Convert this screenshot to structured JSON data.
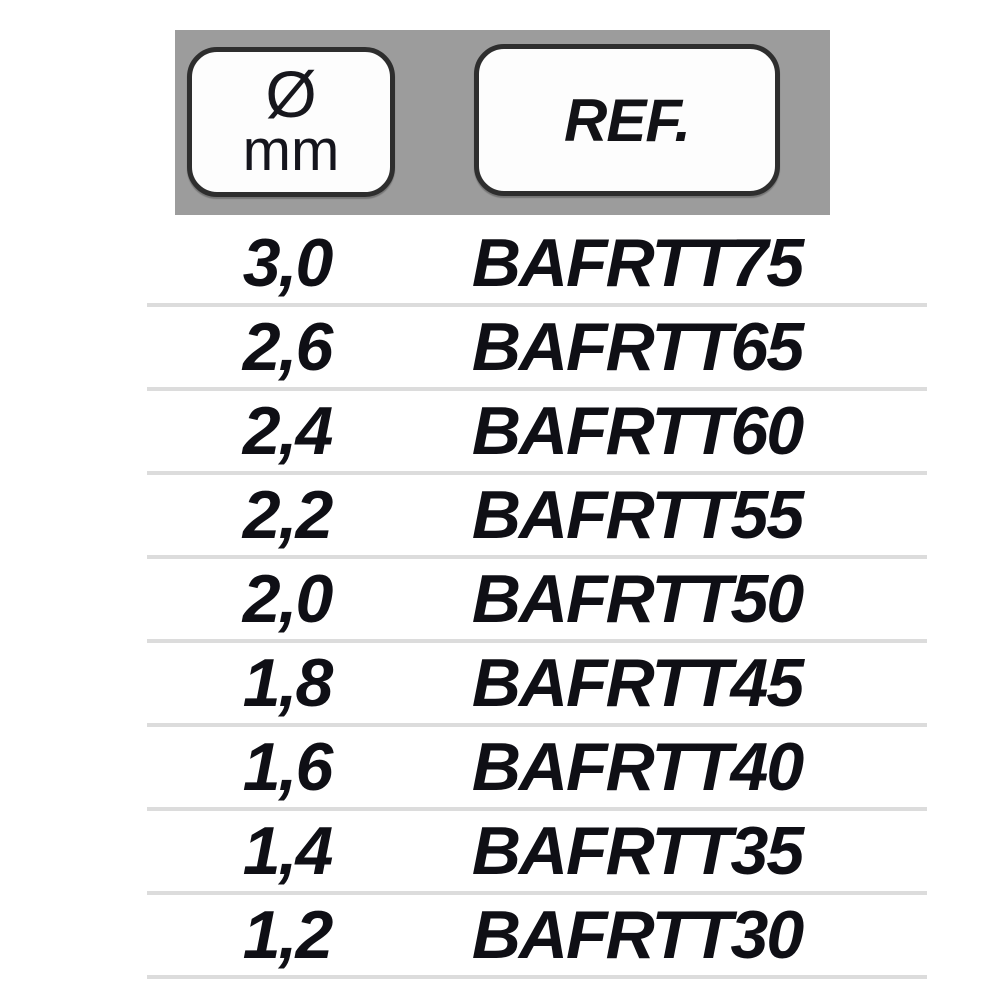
{
  "header": {
    "diameter_symbol": "Ø",
    "diameter_unit": "mm",
    "ref_label": "REF."
  },
  "colors": {
    "header_band": "#9c9c9c",
    "pill_border": "#2e2e2e",
    "pill_fill": "#fdfdfd",
    "text": "#0f0f15",
    "row_separator": "#dcdcdc",
    "background": "#ffffff"
  },
  "chart_data": {
    "type": "table",
    "title": "",
    "columns": [
      "Ø mm",
      "REF."
    ],
    "rows": [
      {
        "diameter_mm": "3,0",
        "ref": "BAFRTT75"
      },
      {
        "diameter_mm": "2,6",
        "ref": "BAFRTT65"
      },
      {
        "diameter_mm": "2,4",
        "ref": "BAFRTT60"
      },
      {
        "diameter_mm": "2,2",
        "ref": "BAFRTT55"
      },
      {
        "diameter_mm": "2,0",
        "ref": "BAFRTT50"
      },
      {
        "diameter_mm": "1,8",
        "ref": "BAFRTT45"
      },
      {
        "diameter_mm": "1,6",
        "ref": "BAFRTT40"
      },
      {
        "diameter_mm": "1,4",
        "ref": "BAFRTT35"
      },
      {
        "diameter_mm": "1,2",
        "ref": "BAFRTT30"
      }
    ]
  }
}
